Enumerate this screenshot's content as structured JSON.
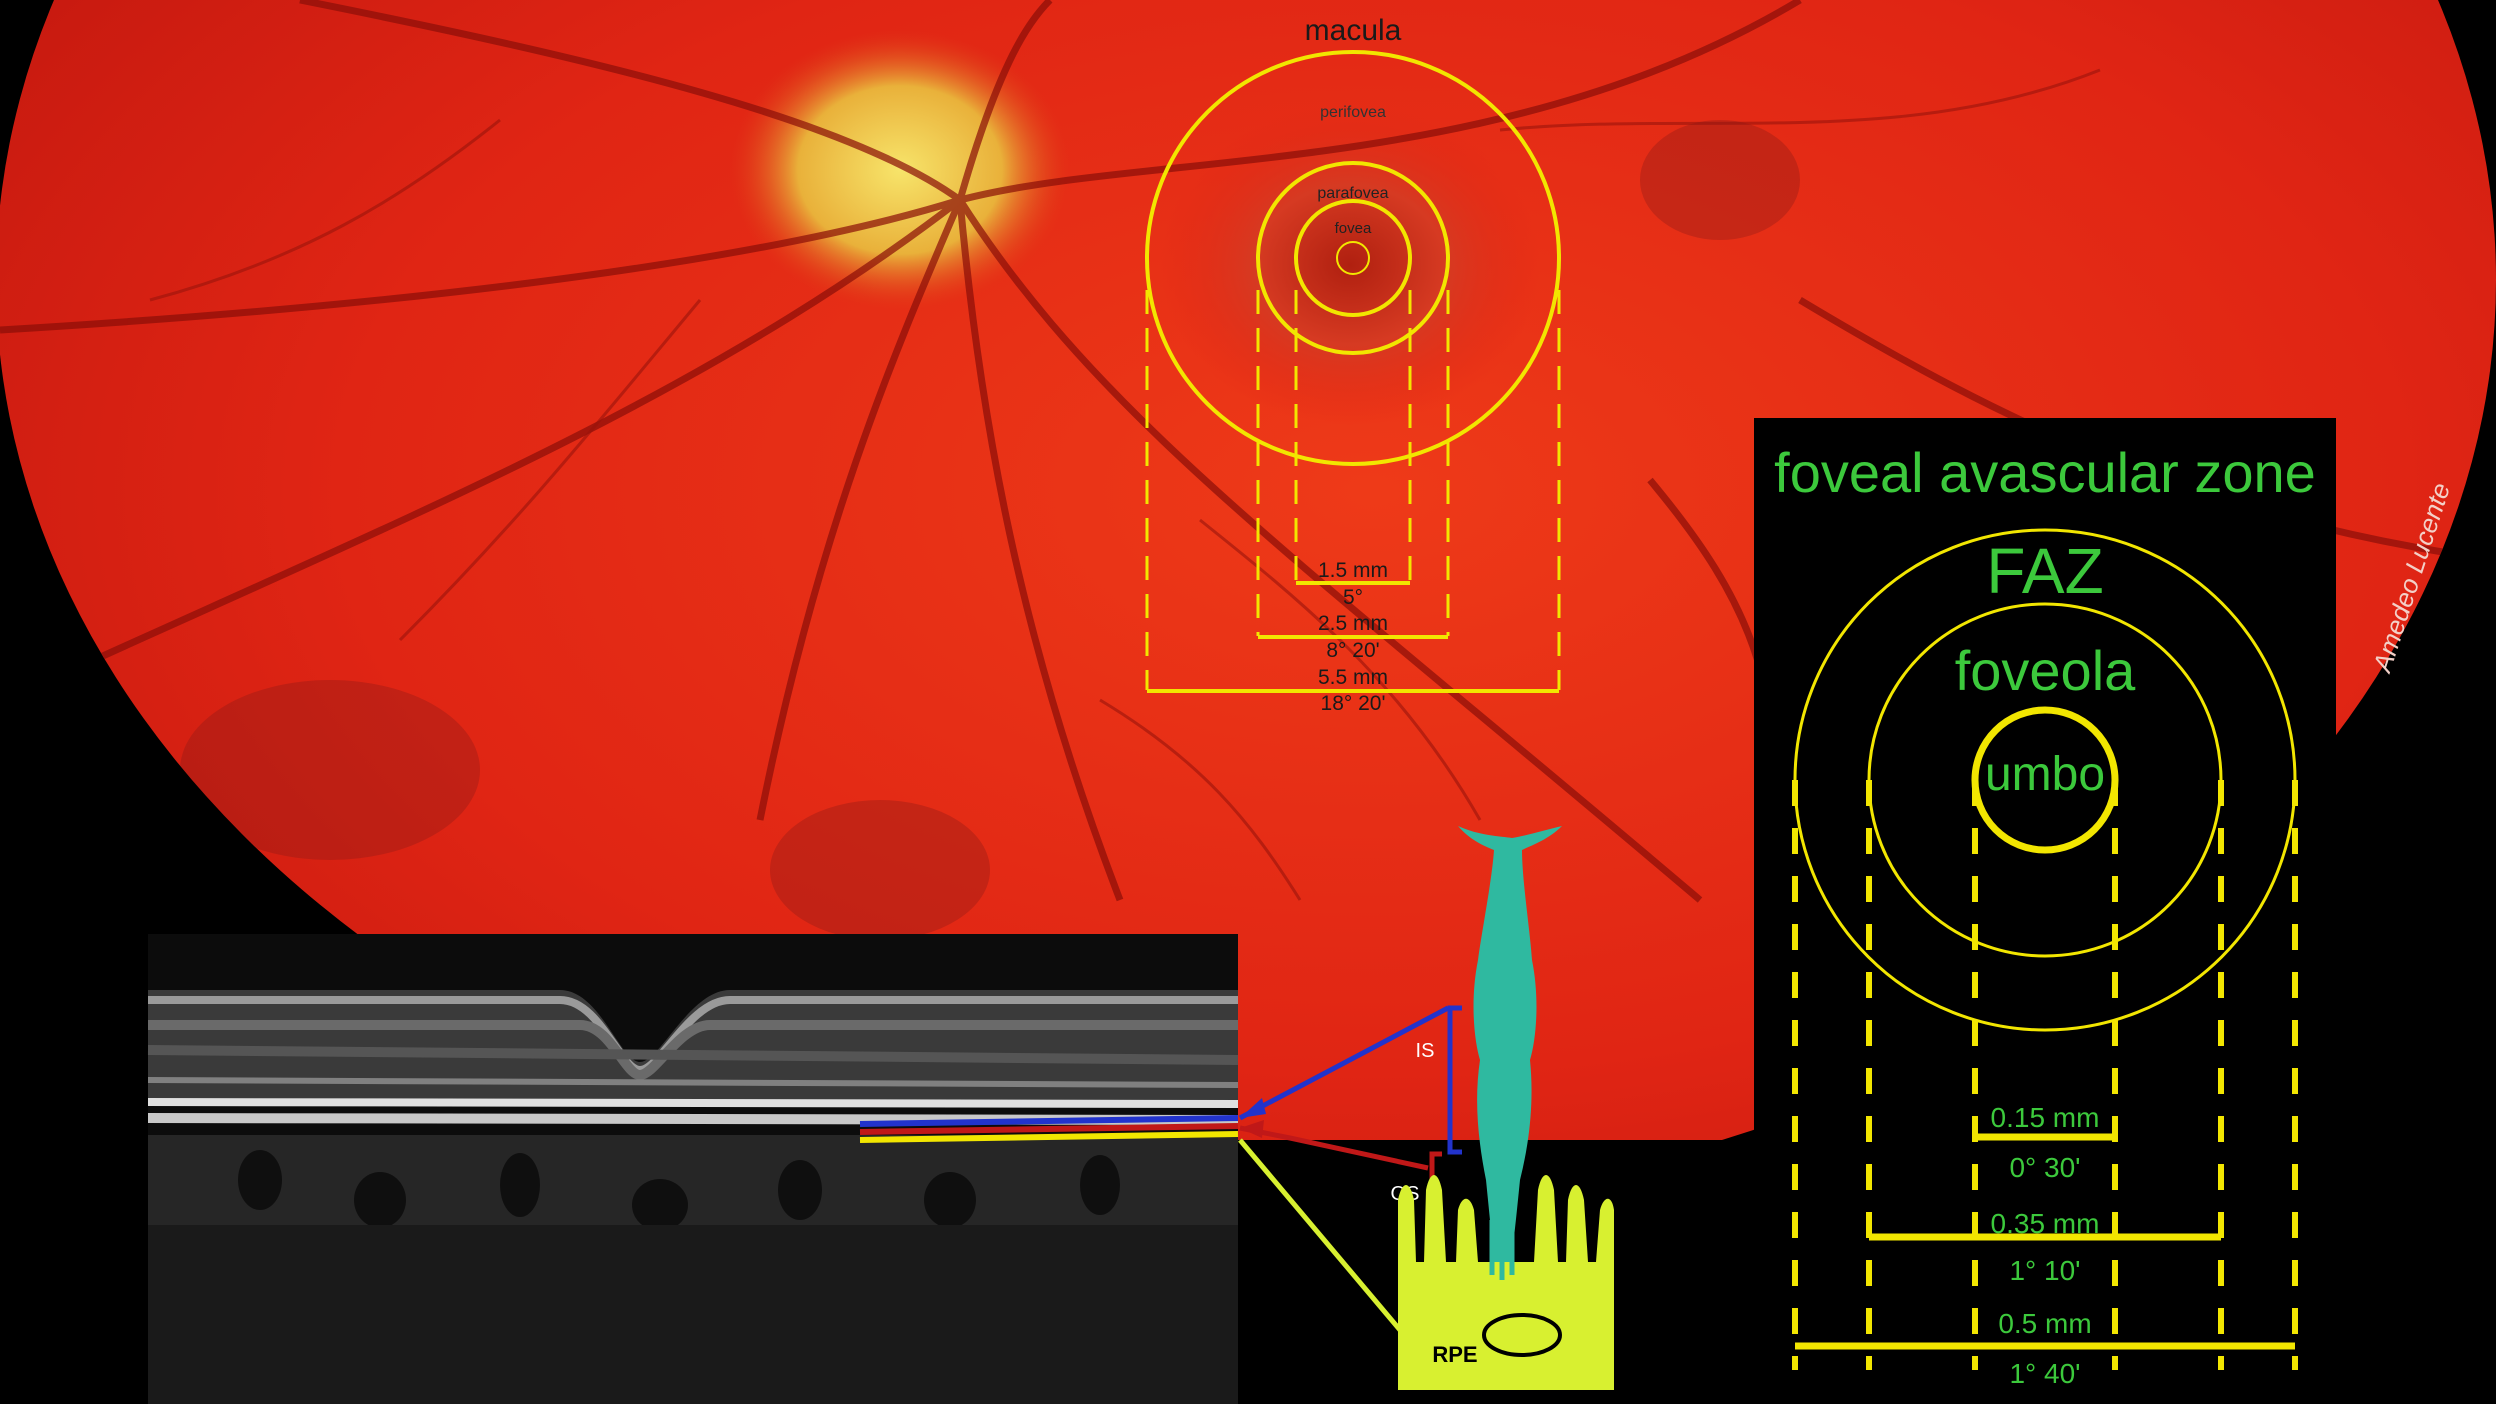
{
  "colors": {
    "yellow": "#f2e600",
    "green": "#3cc93c",
    "teal": "#2fb9a0",
    "rpe_fill": "#d8f030",
    "blue": "#2233cc",
    "red": "#c01818",
    "retina_red": "#e6281a"
  },
  "macula": {
    "title": "macula",
    "perifovea": "perifovea",
    "parafovea": "parafovea",
    "fovea": "fovea",
    "measurements": {
      "m1": "1.5 mm",
      "a1": "5°",
      "m2": "2.5 mm",
      "a2": "8° 20'",
      "m3": "5.5 mm",
      "a3": "18° 20'"
    }
  },
  "faz_panel": {
    "title": "foveal avascular zone",
    "faz": "FAZ",
    "foveola": "foveola",
    "umbo": "umbo",
    "m1": "0.15 mm",
    "a1": "0° 30'",
    "m2": "0.35 mm",
    "a2": "1° 10'",
    "m3": "0.5 mm",
    "a3": "1° 40'"
  },
  "photoreceptor": {
    "is": "IS",
    "os": "OS",
    "rpe": "RPE"
  },
  "credit": "Amedeo Lucente"
}
